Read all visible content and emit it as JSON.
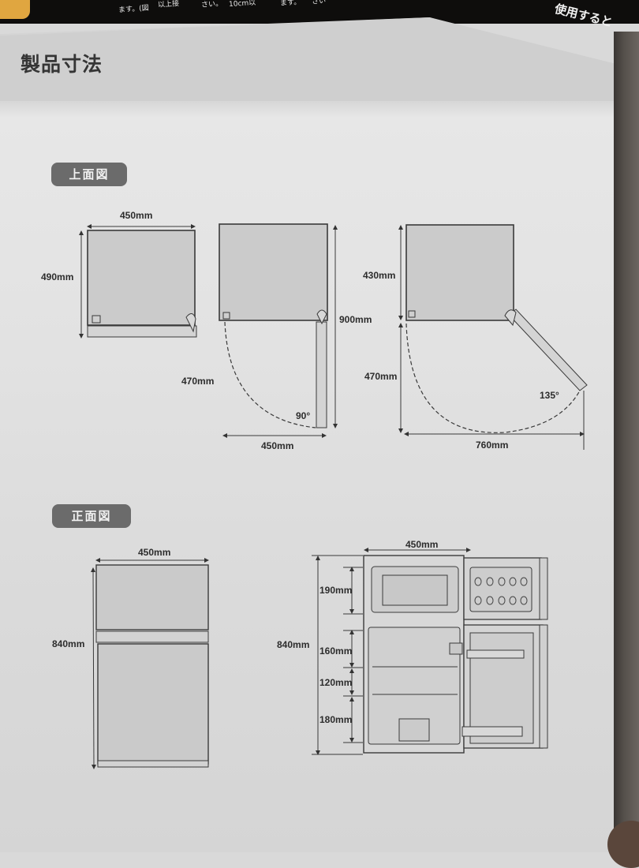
{
  "background": {
    "top_strip_texts": [
      "ます。(図",
      "以上接",
      "さい。",
      "10cm以",
      "ます。",
      "さい"
    ],
    "corner_text": "使用すると"
  },
  "page": {
    "title": "製品寸法",
    "sections": [
      {
        "id": "top-view",
        "label": "上面図",
        "figures": [
          {
            "name": "top-closed",
            "dimensions": {
              "width": "450mm",
              "depth": "490mm"
            }
          },
          {
            "name": "top-open-90",
            "dimensions": {
              "door_swing": "470mm",
              "total_depth": "900mm",
              "width": "450mm",
              "angle": "90°"
            }
          },
          {
            "name": "top-open-135",
            "dimensions": {
              "body_depth": "430mm",
              "door_swing": "470mm",
              "width": "760mm",
              "angle": "135°"
            }
          }
        ]
      },
      {
        "id": "front-view",
        "label": "正面図",
        "figures": [
          {
            "name": "front-closed",
            "dimensions": {
              "width": "450mm",
              "height": "840mm"
            }
          },
          {
            "name": "front-open",
            "dimensions": {
              "width": "450mm",
              "height": "840mm",
              "freezer": "190mm",
              "upper_shelf": "160mm",
              "middle_shelf": "120mm",
              "bottom_shelf": "180mm"
            }
          }
        ]
      }
    ]
  }
}
